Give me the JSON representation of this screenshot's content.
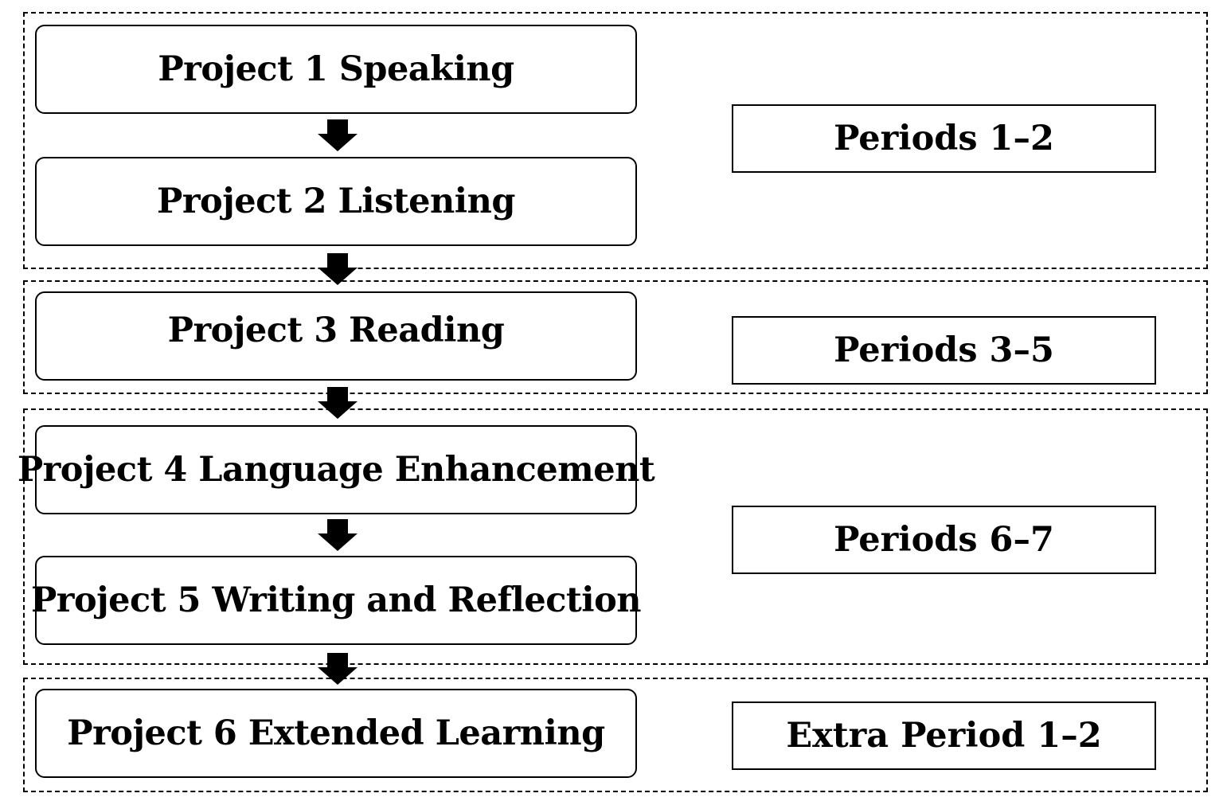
{
  "projects": [
    {
      "label": "Project 1 Speaking"
    },
    {
      "label": "Project 2 Listening"
    },
    {
      "label": "Project 3 Reading"
    },
    {
      "label": "Project 4 Language Enhancement"
    },
    {
      "label": "Project 5 Writing and Reflection"
    },
    {
      "label": "Project 6 Extended Learning"
    }
  ],
  "periods": [
    {
      "label": "Periods 1–2"
    },
    {
      "label": "Periods 3–5"
    },
    {
      "label": "Periods 6–7"
    },
    {
      "label": "Extra Period 1–2"
    }
  ],
  "connector_icon": "down-arrow-icon",
  "colors": {
    "stroke": "#000000",
    "background": "#ffffff"
  }
}
